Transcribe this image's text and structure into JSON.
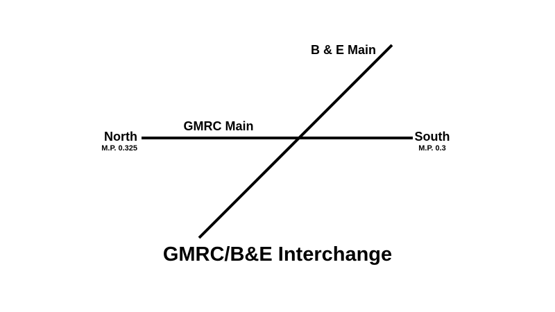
{
  "diagram": {
    "title": "GMRC/B&E Interchange",
    "colors": {
      "line": "#000000",
      "background": "#ffffff",
      "text": "#000000"
    },
    "tracks": {
      "gmrc_main": {
        "label": "GMRC Main"
      },
      "be_main": {
        "label": "B & E Main"
      }
    },
    "endpoints": {
      "north": {
        "label": "North",
        "milepost": "M.P. 0.325"
      },
      "south": {
        "label": "South",
        "milepost": "M.P. 0.3"
      }
    }
  }
}
